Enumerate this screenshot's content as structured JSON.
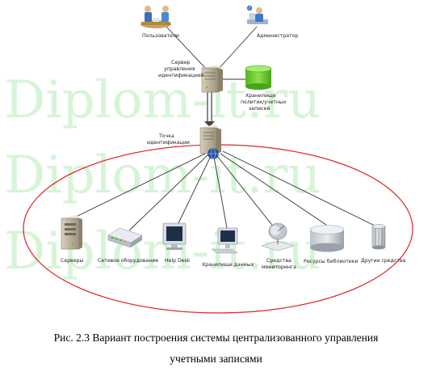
{
  "watermark": "Diplom-it.ru",
  "nodes": {
    "users": "Пользователи",
    "administrator": "Администратор",
    "server_line1": "Сервер",
    "server_line2": "управления",
    "server_line3": "идентификацией",
    "store_line1": "Хранилище",
    "store_line2": "политик/учетных",
    "store_line3": "записей",
    "point_line1": "Точка",
    "point_line2": "идентификации",
    "servers": "Серверы",
    "network": "Сетевое оборудование",
    "helpdesk": "Help Desk",
    "datastore": "Хранилище данных",
    "monitoring_line1": "Средства",
    "monitoring_line2": "мониторинга",
    "library": "Ресурсы библиотеки",
    "other": "Другие средства"
  },
  "caption": {
    "line1": "Рис. 2.3 Вариант построения системы централизованного управления",
    "line2": "учетными записями"
  },
  "colors": {
    "ellipse": "#dd2222",
    "green_cylinder": "#6acd2e",
    "watermark": "#8ce08c",
    "connector": "#333333"
  }
}
